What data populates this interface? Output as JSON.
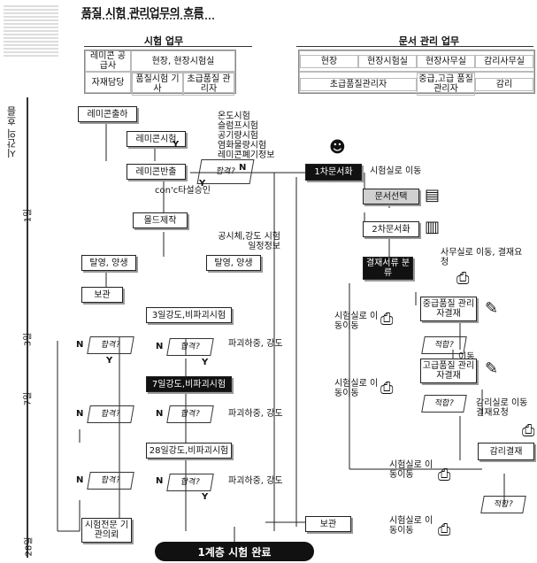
{
  "title": "품질 시험 관리업무의 흐름",
  "time_flow_label": "시간의 흐름",
  "test_work": {
    "header": "시험 업무",
    "rows": [
      [
        "레미콘 공급사",
        "현장, 현장시험실"
      ],
      [
        "자재담당",
        "품질시험 기사",
        "초급품질 관리자"
      ]
    ]
  },
  "doc_work": {
    "header": "문서 관리 업무",
    "row1": [
      "현장",
      "현장시험실",
      "현장사무실",
      "감리사무실"
    ],
    "row2": [
      "초급품질관리자",
      "중급,고급 품질관리자",
      "감리"
    ]
  },
  "ticks": {
    "d1": "1일",
    "d3": "3일",
    "d7": "7일",
    "d28": "28일"
  },
  "flow": {
    "b1": "레미콘출하",
    "b2": "레미콘시험",
    "b3": "레미콘반출",
    "d1": "합격?",
    "list": [
      "온도시험",
      "슬럼프시험",
      "공기량시험",
      "염화물량시험",
      "레미콘폐기정보"
    ],
    "conc": "con'c타설승인",
    "b4": "몰드제작",
    "info": "공시체,강도 시험일정정보",
    "b5": "탈영, 양생",
    "b6": "탈영, 양생",
    "b7": "보관",
    "t3": "3일강도,비파괴시험",
    "t7": "7일강도,비파괴시험",
    "t28": "28일강도,비파괴시험",
    "pass": "합격?",
    "break": "파괴하중, 강도",
    "ext": "시험전문 기관의뢰",
    "final": "1계층 시험 완료",
    "yes": "Y",
    "no": "N"
  },
  "docs": {
    "d1": "1차문서화",
    "move1": "시험실로 이동",
    "d2": "문서선택",
    "d3": "2차문서화",
    "move2": "사무실로 이동, 결재요청",
    "d4": "결재서류 분류",
    "d5": "중급품질 관리자결재",
    "ok": "적합?",
    "mv": "시험실로 이동이동",
    "move": "이동",
    "d6": "고급품질 관리자결재",
    "req": "감리실로 이동 결재요청",
    "d7": "감리결재",
    "store": "보관",
    "mvLast": "시험실로 이동이동"
  }
}
